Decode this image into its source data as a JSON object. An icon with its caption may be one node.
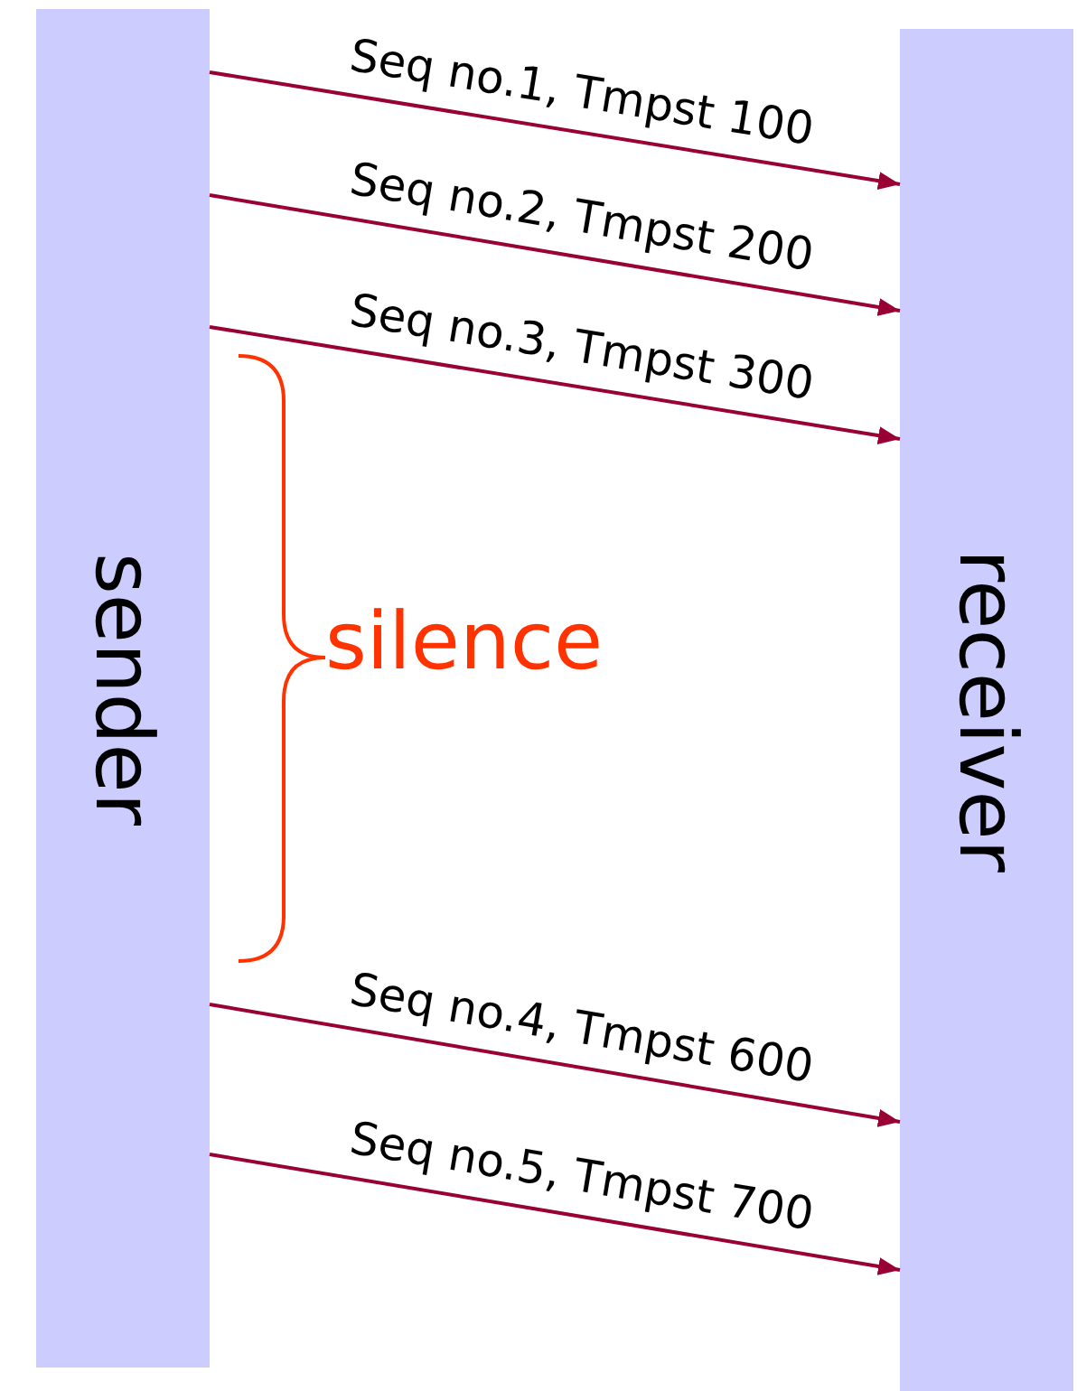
{
  "diagram": {
    "nodes": [
      {
        "text": [
          "sender"
        ]
      },
      {
        "text": [
          "receiver"
        ]
      }
    ],
    "edges": [
      {
        "from": 0,
        "to": 1,
        "arrow": "to",
        "label": "Seq no.1, Tmpst 100"
      },
      {
        "from": 0,
        "to": 1,
        "arrow": "to",
        "label": "Seq no.2, Tmpst 200"
      },
      {
        "from": 0,
        "to": 1,
        "arrow": "to",
        "label": "Seq no.3, Tmpst 300"
      },
      {
        "from": 0,
        "to": 1,
        "arrow": "to",
        "label": "Seq no.4, Tmpst 600"
      },
      {
        "from": 0,
        "to": 1,
        "arrow": "to",
        "label": "Seq no.5, Tmpst 700"
      }
    ],
    "labels": [
      "silence"
    ]
  }
}
